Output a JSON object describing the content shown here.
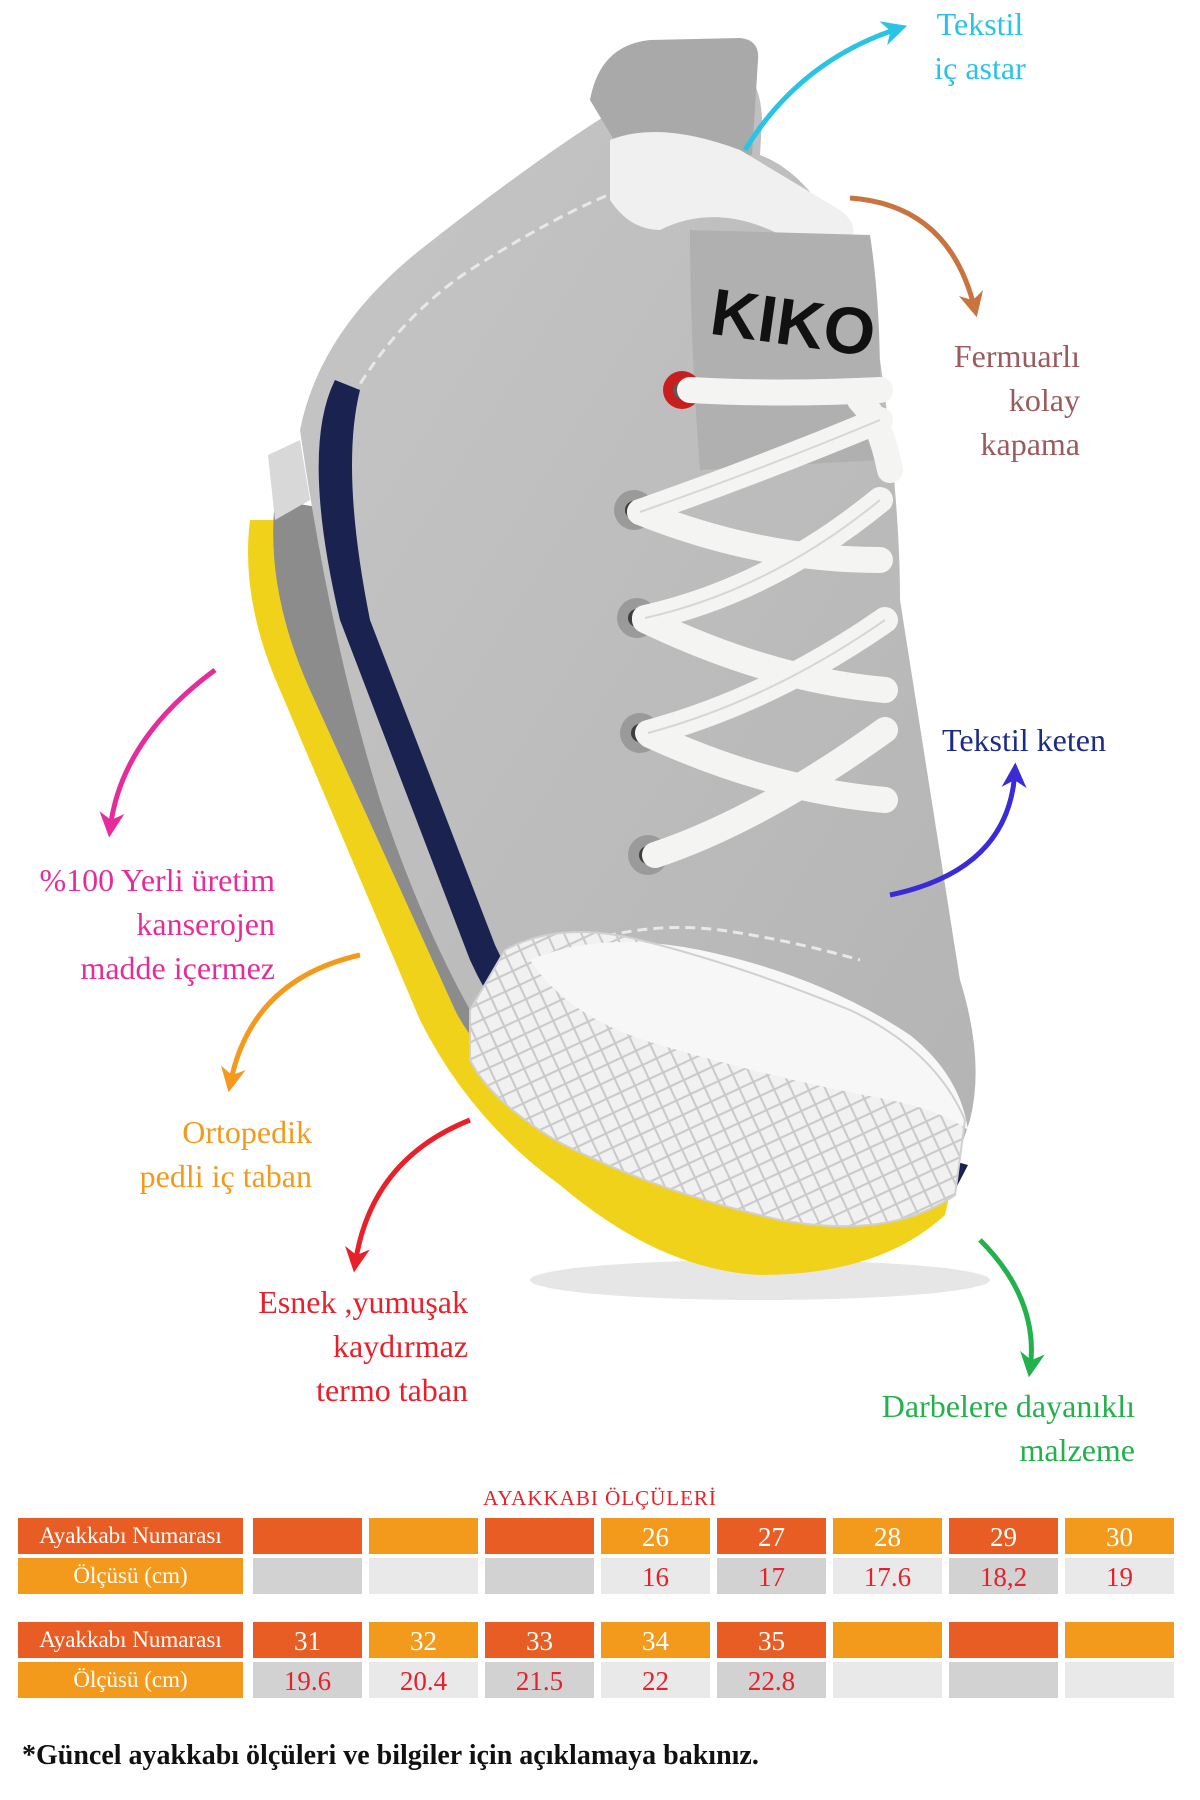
{
  "colors": {
    "cyan": "#29c3e6",
    "brown": "#c9743f",
    "rose": "#9b5a5e",
    "navy": "#1c2a8a",
    "magenta": "#e62c9b",
    "orange": "#f39a1d",
    "red": "#e8202a",
    "green": "#22b24c",
    "table_dark_orange": "#e85d24",
    "table_orange": "#f39a1d",
    "cell_gray": "#d2d2d2",
    "cell_light": "#e9e9e9"
  },
  "annotations": {
    "textile_lining": "Tekstil\niç astar",
    "zipper": "Fermuarlı\nkolay\nkapama",
    "laces": "Tekstil keten",
    "local": "%100 Yerli üretim\nkanserojen\nmadde içermez",
    "insole": "Ortopedik\npedli iç taban",
    "sole": "Esnek ,yumuşak\nkaydırmaz\ntermo taban",
    "durable": "Darbelere dayanıklı\nmalzeme"
  },
  "shoe": {
    "brand": "KIKO"
  },
  "size_table": {
    "title": "AYAKKABI ÖLÇÜLERİ",
    "row_label_size": "Ayakkabı Numarası",
    "row_label_length": "Ölçüsü (cm)",
    "row1_sizes": [
      "",
      "",
      "",
      "26",
      "27",
      "28",
      "29",
      "30"
    ],
    "row1_lengths": [
      "",
      "",
      "",
      "16",
      "17",
      "17.6",
      "18,2",
      "19"
    ],
    "row2_sizes": [
      "31",
      "32",
      "33",
      "34",
      "35",
      "",
      "",
      ""
    ],
    "row2_lengths": [
      "19.6",
      "20.4",
      "21.5",
      "22",
      "22.8",
      "",
      "",
      ""
    ]
  },
  "footnote": "*Güncel ayakkabı ölçüleri ve bilgiler için açıklamaya bakınız."
}
